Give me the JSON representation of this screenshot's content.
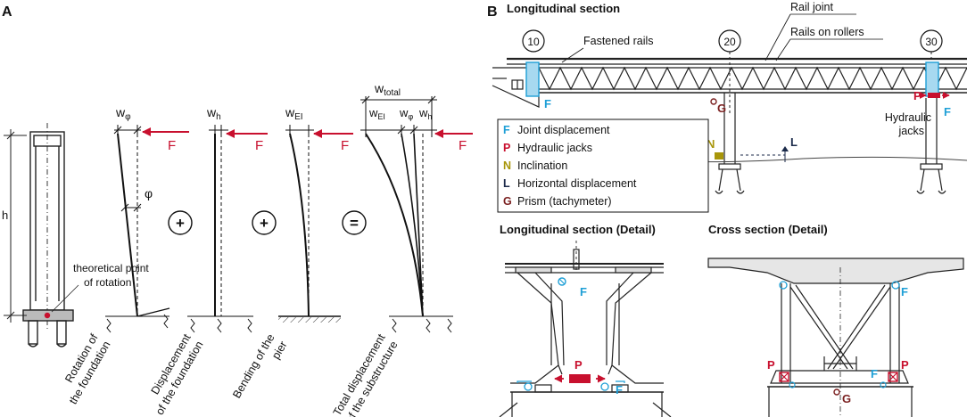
{
  "panelA": {
    "label": "A",
    "h": "h",
    "rotation_point_1": "theoretical point",
    "rotation_point_2": "of rotation",
    "w_phi": "w",
    "w_phi_sub": "φ",
    "w_h": "w",
    "w_h_sub": "h",
    "w_EI": "w",
    "w_EI_sub": "EI",
    "w_total": "w",
    "w_total_sub": "total",
    "phi": "φ",
    "force": "F",
    "plus": "+",
    "equals": "=",
    "cap_rotation_1": "Rotation of",
    "cap_rotation_2": "the foundation",
    "cap_disp_1": "Displacement",
    "cap_disp_2": "of the foundation",
    "cap_bend_1": "Bending of the",
    "cap_bend_2": "pier",
    "cap_total_1": "Total displacement",
    "cap_total_2": "of the substructure"
  },
  "panelB": {
    "label": "B",
    "title_long": "Longitudinal section",
    "pier_10": "10",
    "pier_20": "20",
    "pier_30": "30",
    "fastened_rails": "Fastened rails",
    "rail_joint": "Rail joint",
    "rails_on_rollers": "Rails on rollers",
    "hydraulic_1": "Hydraulic",
    "hydraulic_2": "jacks",
    "legend": [
      {
        "key": "F",
        "text": "Joint displacement",
        "color": "#1e9fd6"
      },
      {
        "key": "P",
        "text": "Hydraulic jacks",
        "color": "#c8102e"
      },
      {
        "key": "N",
        "text": "Inclination",
        "color": "#a8960a"
      },
      {
        "key": "L",
        "text": "Horizontal displacement",
        "color": "#1b2a4a"
      },
      {
        "key": "G",
        "text": "Prism (tachymeter)",
        "color": "#7a1f1f"
      }
    ],
    "marker_F": "F",
    "marker_P": "P",
    "marker_N": "N",
    "marker_L": "L",
    "marker_G": "G",
    "title_long_detail": "Longitudinal section (Detail)",
    "title_cross_detail": "Cross section (Detail)"
  }
}
